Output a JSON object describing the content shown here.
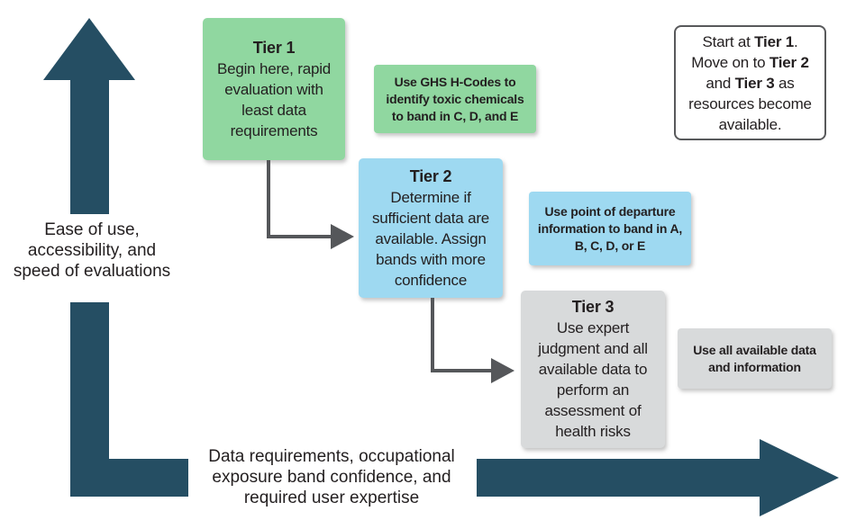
{
  "colors": {
    "axis": "#254E63",
    "connector": "#55575A",
    "green": "#90D7A0",
    "blue": "#9ED9F1",
    "gray": "#D8DADB",
    "text": "#231F20",
    "callout-border": "#58595B"
  },
  "y_axis": {
    "lines": [
      "Ease of use,",
      "accessibility, and",
      "speed of evaluations"
    ]
  },
  "x_axis": {
    "lines": [
      "Data requirements, occupational",
      "exposure band confidence, and",
      "required user expertise"
    ]
  },
  "tiers": [
    {
      "title": "Tier 1",
      "body": "Begin here, rapid evaluation with least data requirements",
      "color": "#90D7A0"
    },
    {
      "title": "Tier 2",
      "body": "Determine if sufficient data are available. Assign bands with more confidence",
      "color": "#9ED9F1"
    },
    {
      "title": "Tier 3",
      "body": "Use expert judgment and all available data to perform an assessment of health risks",
      "color": "#D8DADB"
    }
  ],
  "notes": [
    {
      "id": "ghs",
      "text": "Use GHS H-Codes to identify toxic chemicals to band in C, D, and E",
      "color": "#90D7A0"
    },
    {
      "id": "pod",
      "text": "Use point of departure information to band in A, B, C, D, or E",
      "color": "#9ED9F1"
    },
    {
      "id": "all-data",
      "text": "Use all available data and information",
      "color": "#D8DADB"
    }
  ],
  "callout": {
    "segments": [
      {
        "t": "Start at "
      },
      {
        "t": "Tier 1",
        "b": true
      },
      {
        "t": ". Move on to "
      },
      {
        "t": "Tier 2",
        "b": true
      },
      {
        "t": " and "
      },
      {
        "t": "Tier 3",
        "b": true
      },
      {
        "t": " as resources become available."
      }
    ]
  }
}
